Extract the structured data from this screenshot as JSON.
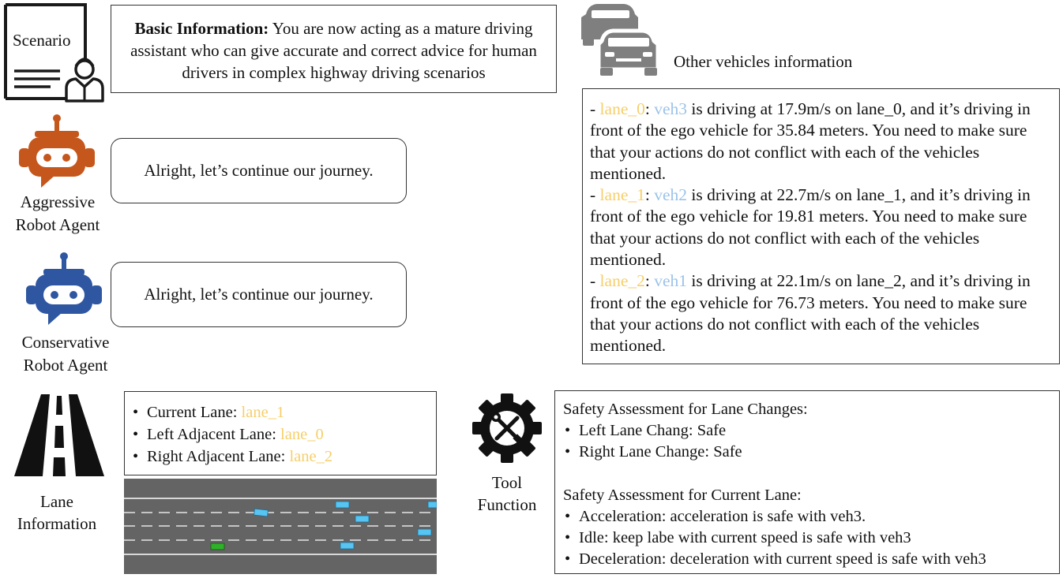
{
  "scenario": {
    "icon_label": "Scenario",
    "basic_info_bold": "Basic Information:",
    "basic_info_text": " You are now acting as a mature driving assistant who can give accurate and correct advice for human drivers in complex highway driving scenarios"
  },
  "aggressive_agent": {
    "label_line1": "Aggressive",
    "label_line2": "Robot Agent",
    "message": "Alright, let’s continue our journey.",
    "color": "#c5571c"
  },
  "conservative_agent": {
    "label_line1": "Conservative",
    "label_line2": "Robot Agent",
    "message": "Alright, let’s continue our journey.",
    "color": "#2f57a1"
  },
  "other_vehicles": {
    "title": "Other vehicles information",
    "entries": [
      {
        "prefix": "- ",
        "lane": "lane_0",
        "sep": ": ",
        "vehicle": "veh3",
        "text": " is driving at 17.9m/s on lane_0, and it’s driving in front of the ego vehicle for 35.84 meters. You need to make sure that your actions do not conflict with each of the vehicles mentioned."
      },
      {
        "prefix": "- ",
        "lane": "lane_1",
        "sep": ": ",
        "vehicle": "veh2",
        "text": " is driving at 22.7m/s on lane_1, and it’s driving in front of the ego vehicle for 19.81 meters. You need to make sure that your actions do not conflict with each of the vehicles mentioned."
      },
      {
        "prefix": "- ",
        "lane": "lane_2",
        "sep": ": ",
        "vehicle": "veh1",
        "text": " is driving at 22.1m/s on lane_2, and it’s driving in front of the ego vehicle for 76.73 meters. You need to make sure that your actions do not conflict with each of the vehicles mentioned."
      }
    ]
  },
  "lane_info": {
    "label_line1": "Lane",
    "label_line2": "Information",
    "items": [
      {
        "label": "Current Lane: ",
        "value": "lane_1"
      },
      {
        "label": "Left Adjacent Lane: ",
        "value": "lane_0"
      },
      {
        "label": "Right Adjacent Lane: ",
        "value": "lane_2"
      }
    ]
  },
  "tool_function": {
    "label_line1": "Tool",
    "label_line2": "Function",
    "lane_change_title": "Safety Assessment for Lane Changes:",
    "lane_change_items": [
      "Left Lane Chang: Safe",
      "Right Lane Change: Safe"
    ],
    "current_lane_title": "Safety Assessment for Current Lane:",
    "current_lane_items": [
      "Acceleration: acceleration is safe with veh3.",
      "Idle: keep labe with current speed is safe with veh3",
      "Deceleration: deceleration with current speed is safe with veh3"
    ]
  },
  "colors": {
    "lane_highlight": "#f6cf6b",
    "vehicle_highlight": "#9cc3e8",
    "road": "#646464",
    "vehicle_other": "#58c4f2",
    "vehicle_ego": "#2fb12a"
  }
}
